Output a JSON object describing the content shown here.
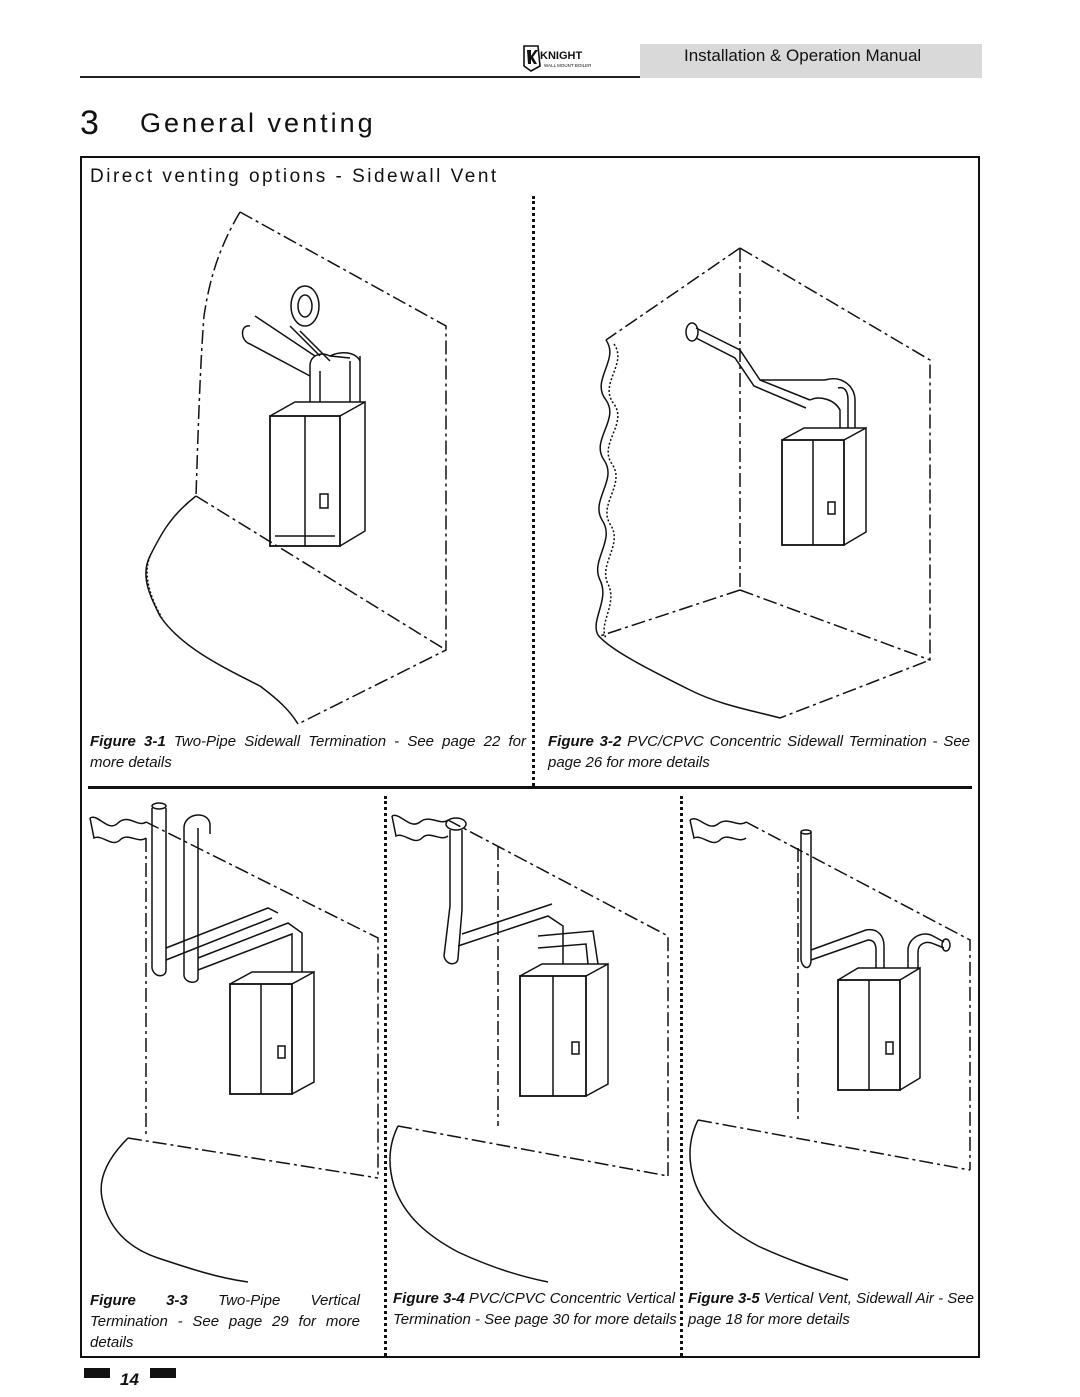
{
  "header": {
    "brand": "KNIGHT",
    "brand_sub": "WALL MOUNT BOILER",
    "manual_title": "Installation & Operation Manual"
  },
  "section": {
    "number": "3",
    "title": "General venting"
  },
  "subsection": {
    "title": "Direct venting options - Sidewall Vent"
  },
  "figures": [
    {
      "label": "Figure 3-1",
      "text": "Two-Pipe Sidewall Termination - See page 22 for more details"
    },
    {
      "label": "Figure 3-2",
      "text": "PVC/CPVC Concentric Sidewall Termination - See page 26 for more details"
    },
    {
      "label": "Figure 3-3",
      "text": "Two-Pipe Vertical Termination - See page 29 for more details"
    },
    {
      "label": "Figure 3-4",
      "text": "PVC/CPVC Concentric Vertical Termination - See page 30 for more details"
    },
    {
      "label": "Figure 3-5",
      "text": "Vertical Vent, Sidewall Air - See page 18 for more details"
    }
  ],
  "footer": {
    "page_number": "14"
  }
}
